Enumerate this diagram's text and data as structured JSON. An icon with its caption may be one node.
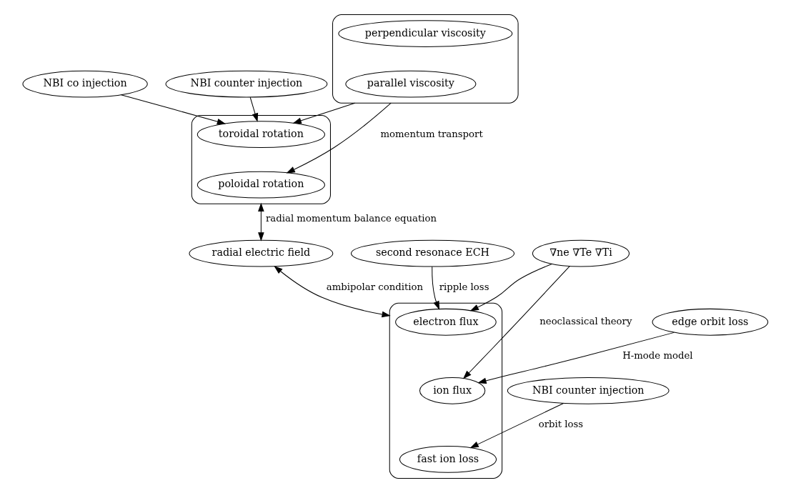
{
  "diagram": {
    "nodes": [
      {
        "text": [
          "NBI co injection"
        ]
      },
      {
        "text": [],
        "shape": "box"
      },
      {
        "text": [
          "toroidal rotation"
        ],
        "in": 1
      },
      {
        "text": [
          "poloidal rotation"
        ],
        "in": 1
      },
      {
        "text": [
          "NBI counter injection"
        ]
      },
      {
        "text": [],
        "shape": "box"
      },
      {
        "text": [
          "perpendicular viscosity"
        ],
        "in": 5
      },
      {
        "text": [
          "parallel viscosity"
        ],
        "in": 5
      },
      {
        "text": [
          "radial electric field"
        ]
      },
      {
        "text": [
          "∇ne ∇Te ∇Ti"
        ]
      },
      {
        "text": [
          "second resonace ECH"
        ]
      },
      {
        "text": [],
        "shape": "box"
      },
      {
        "text": [
          "electron flux"
        ],
        "in": 11
      },
      {
        "text": [
          "ion flux"
        ],
        "in": 11
      },
      {
        "text": [
          "fast ion loss"
        ],
        "in": 11
      },
      {
        "text": [
          "edge orbit loss"
        ]
      },
      {
        "text": [
          "NBI counter injection"
        ]
      }
    ],
    "edges": [
      {
        "from": 0,
        "to": 2,
        "arrow": "to"
      },
      {
        "from": 4,
        "to": 2,
        "arrow": "to"
      },
      {
        "from": 5,
        "to": 2,
        "arrow": "to"
      },
      {
        "from": 5,
        "to": 3,
        "arrow": "to",
        "label": "momentum transport"
      },
      {
        "from": 1,
        "to": 8,
        "arrow": "both",
        "label": "radial momentum balance equation"
      },
      {
        "from": 8,
        "to": 11,
        "arrow": "both",
        "label": "ambipolar condition"
      },
      {
        "from": 10,
        "to": 12,
        "arrow": "to",
        "label": "ripple loss"
      },
      {
        "from": 9,
        "to": 12,
        "arrow": "to"
      },
      {
        "from": 9,
        "to": 13,
        "arrow": "to",
        "label": "neoclassical theory"
      },
      {
        "from": 15,
        "to": 13,
        "arrow": "to",
        "label": "H-mode model"
      },
      {
        "from": 16,
        "to": 14,
        "arrow": "to",
        "label": "orbit loss"
      }
    ]
  }
}
